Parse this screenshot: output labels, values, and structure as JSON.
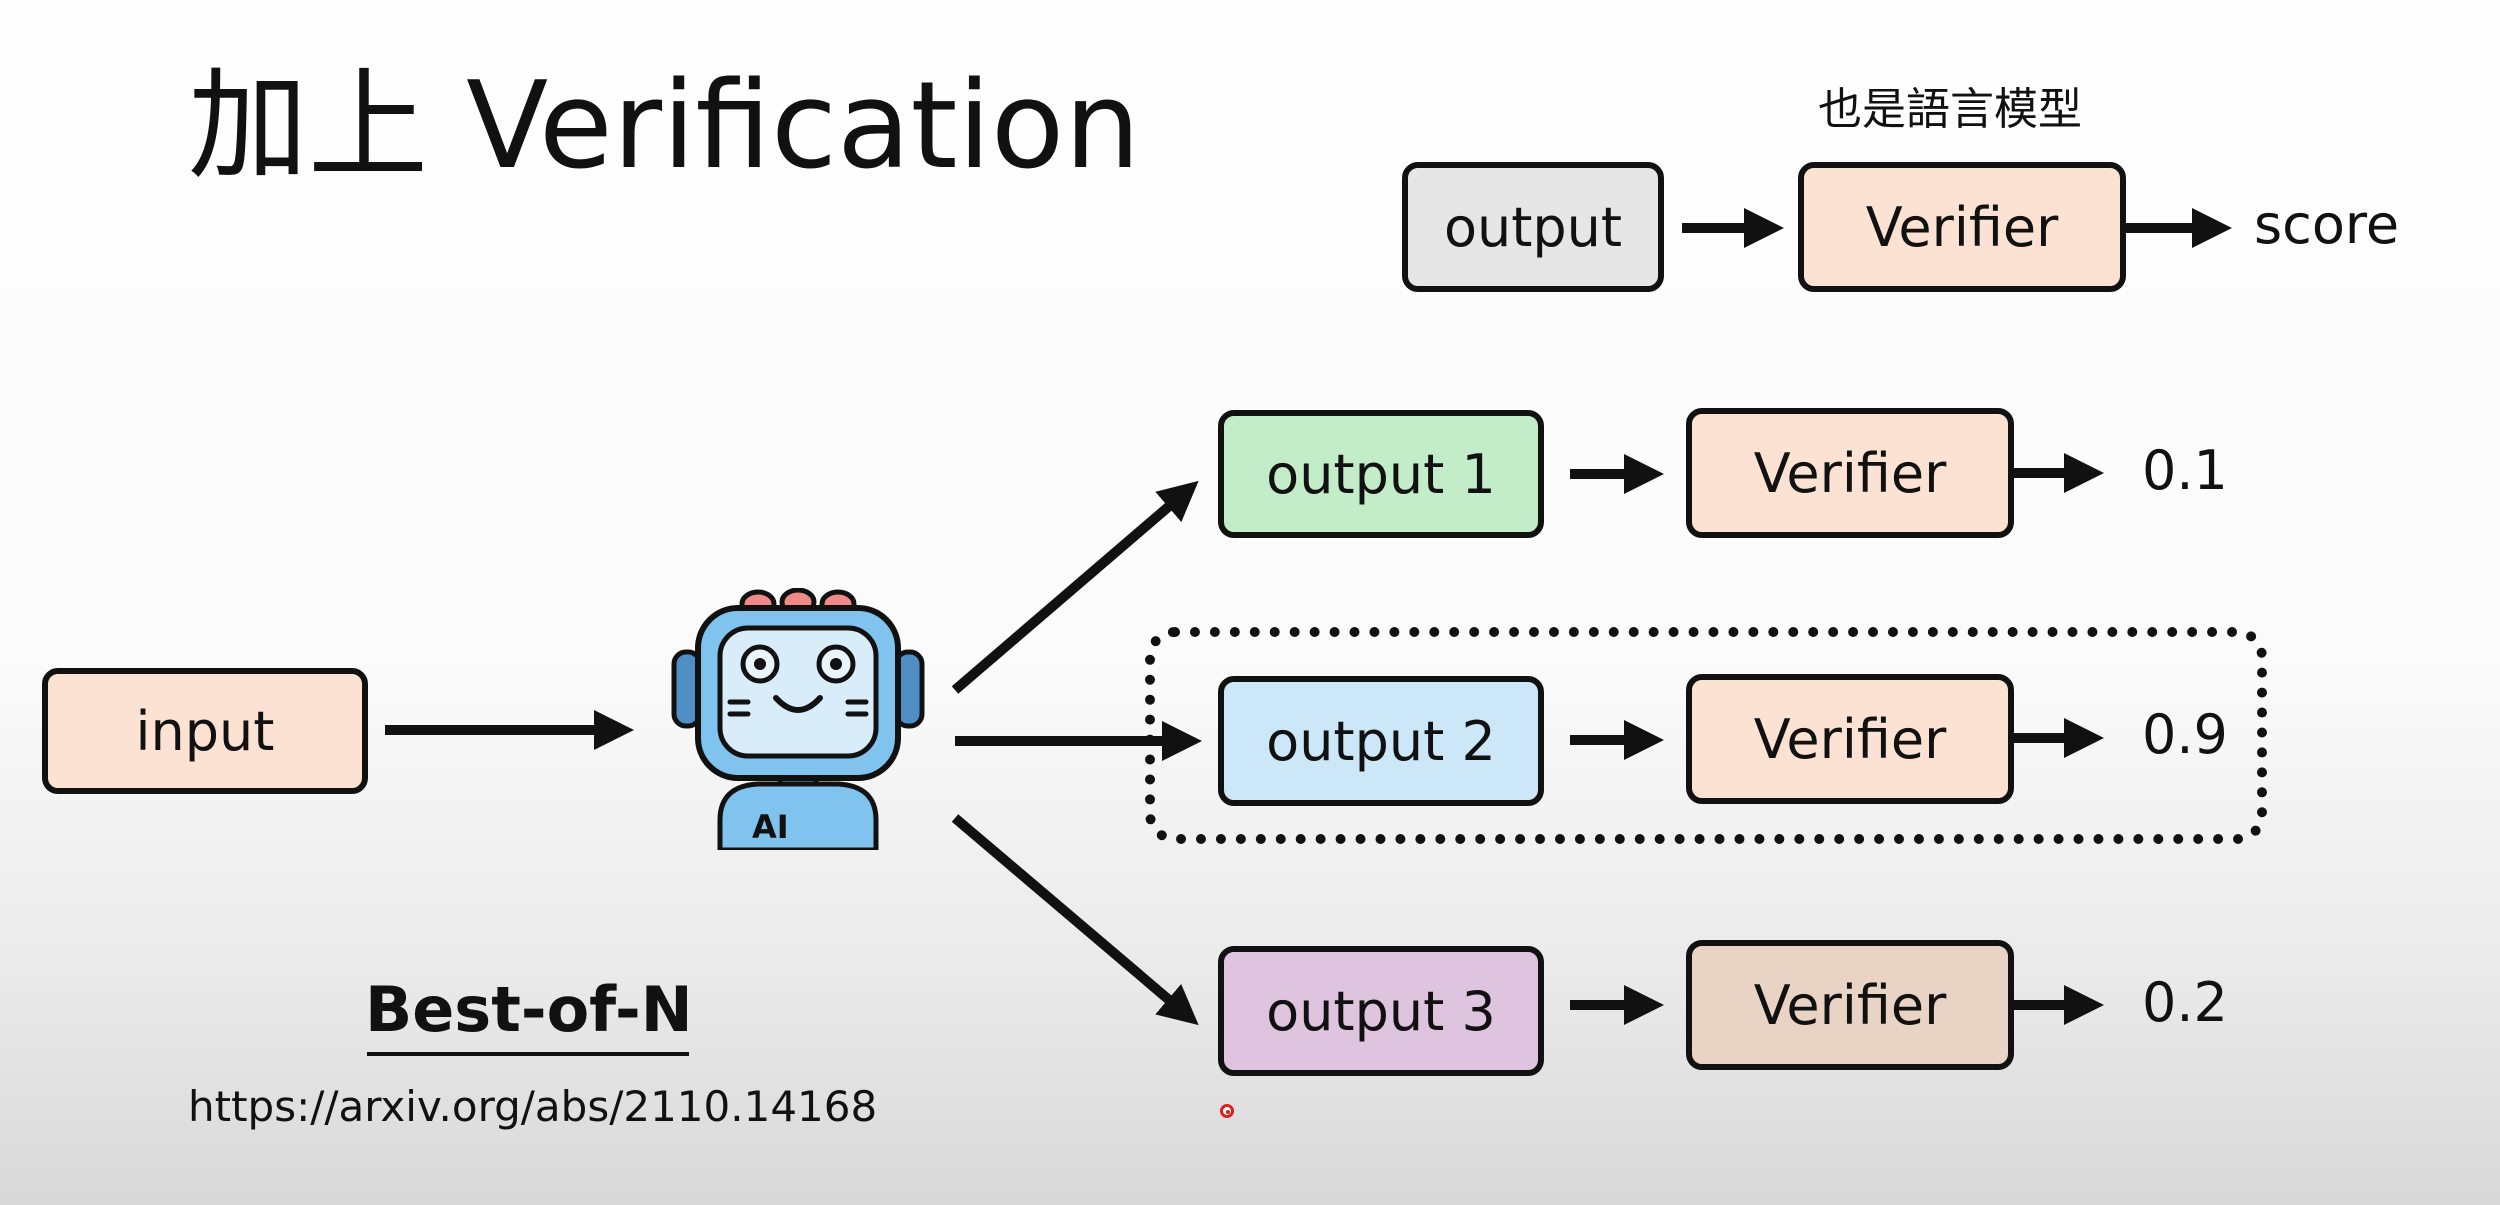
{
  "title": "加上 Verification",
  "legend": {
    "caption": "也是語言模型",
    "output_label": "output",
    "verifier_label": "Verifier",
    "result_label": "score"
  },
  "input_label": "input",
  "robot_badge": "AI",
  "rows": [
    {
      "output_label": "output 1",
      "verifier_label": "Verifier",
      "score": "0.1"
    },
    {
      "output_label": "output 2",
      "verifier_label": "Verifier",
      "score": "0.9"
    },
    {
      "output_label": "output 3",
      "verifier_label": "Verifier",
      "score": "0.2"
    }
  ],
  "method_label": "Best-of-N",
  "reference_url": "https://arxiv.org/abs/2110.14168",
  "colors": {
    "input": "#fbe2d2",
    "legend_output": "#e6e6e6",
    "verifier": "#fbe2d2",
    "output_1": "#c3ecc9",
    "output_2": "#cce8f8",
    "output_3": "#dfc4df",
    "verifier_3": "#e9d3c4",
    "robot_body": "#7fc3ee",
    "pointer": "#e01e1e"
  }
}
